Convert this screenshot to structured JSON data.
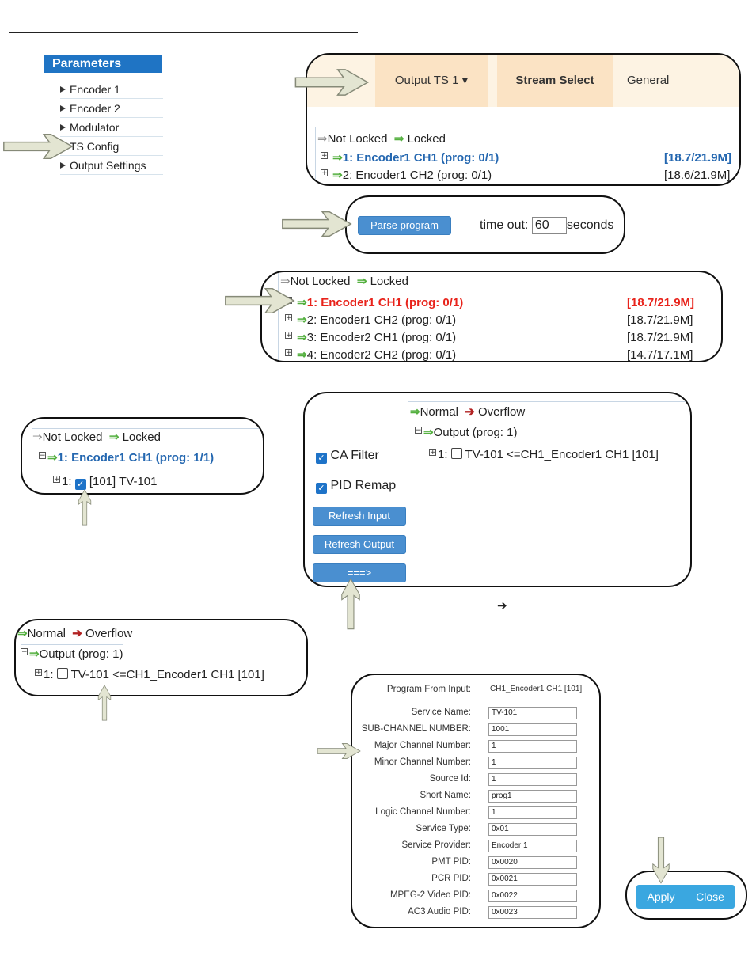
{
  "params": {
    "title": "Parameters",
    "items": [
      "Encoder 1",
      "Encoder 2",
      "Modulator",
      "TS Config",
      "Output Settings"
    ]
  },
  "tabs": {
    "output_ts": "Output TS 1",
    "stream_select": "Stream Select",
    "general": "General"
  },
  "legend": {
    "not_locked": "Not Locked",
    "locked": "Locked",
    "normal": "Normal",
    "overflow": "Overflow"
  },
  "inputs_preview": [
    {
      "label": "1: Encoder1 CH1 (prog: 0/1)",
      "rate": "[18.7/21.9M]"
    },
    {
      "label": "2: Encoder1 CH2 (prog: 0/1)",
      "rate": "[18.6/21.9M]"
    }
  ],
  "parse": {
    "button": "Parse program",
    "timeout_label": "time out:",
    "timeout_value": "60",
    "seconds": "seconds"
  },
  "inputs_list": [
    {
      "label": "1: Encoder1 CH1 (prog: 0/1)",
      "rate": "[18.7/21.9M]"
    },
    {
      "label": "2: Encoder1 CH2 (prog: 0/1)",
      "rate": "[18.7/21.9M]"
    },
    {
      "label": "3: Encoder2 CH1 (prog: 0/1)",
      "rate": "[18.7/21.9M]"
    },
    {
      "label": "4: Encoder2 CH2 (prog: 0/1)",
      "rate": "[14.7/17.1M]"
    }
  ],
  "expanded": {
    "input": "1: Encoder1 CH1 (prog: 1/1)",
    "prog_num": "1:",
    "program": "[101] TV-101"
  },
  "controls": {
    "ca_filter": "CA Filter",
    "pid_remap": "PID Remap",
    "refresh_input": "Refresh Input",
    "refresh_output": "Refresh Output",
    "move": "===>"
  },
  "output": {
    "title": "Output (prog: 1)",
    "prog_num": "1:",
    "program": "TV-101 <=CH1_Encoder1 CH1 [101]"
  },
  "arrow_glyph": "➔",
  "form": {
    "program_from_input_label": "Program From Input:",
    "program_from_input_value": "CH1_Encoder1 CH1 [101]",
    "fields": [
      {
        "label": "Service Name:",
        "value": "TV-101"
      },
      {
        "label": "SUB-CHANNEL NUMBER:",
        "value": "1001"
      },
      {
        "label": "Major Channel Number:",
        "value": "1"
      },
      {
        "label": "Minor Channel Number:",
        "value": "1"
      },
      {
        "label": "Source Id:",
        "value": "1"
      },
      {
        "label": "Short Name:",
        "value": "prog1"
      },
      {
        "label": "Logic Channel Number:",
        "value": "1"
      },
      {
        "label": "Service Type:",
        "value": "0x01"
      },
      {
        "label": "Service Provider:",
        "value": "Encoder 1"
      },
      {
        "label": "PMT PID:",
        "value": "0x0020"
      },
      {
        "label": "PCR PID:",
        "value": "0x0021"
      },
      {
        "label": "MPEG-2 Video PID:",
        "value": "0x0022"
      },
      {
        "label": "AC3 Audio PID:",
        "value": "0x0023"
      }
    ]
  },
  "actions": {
    "apply": "Apply",
    "close": "Close"
  },
  "colors": {
    "accent": "#1f74c4",
    "button": "#4a8fd0",
    "locked_arrow": "#55b040",
    "overflow_arrow": "#b22222",
    "selected_text": "#e8231b",
    "tab_bg": "#fdf3e3"
  }
}
